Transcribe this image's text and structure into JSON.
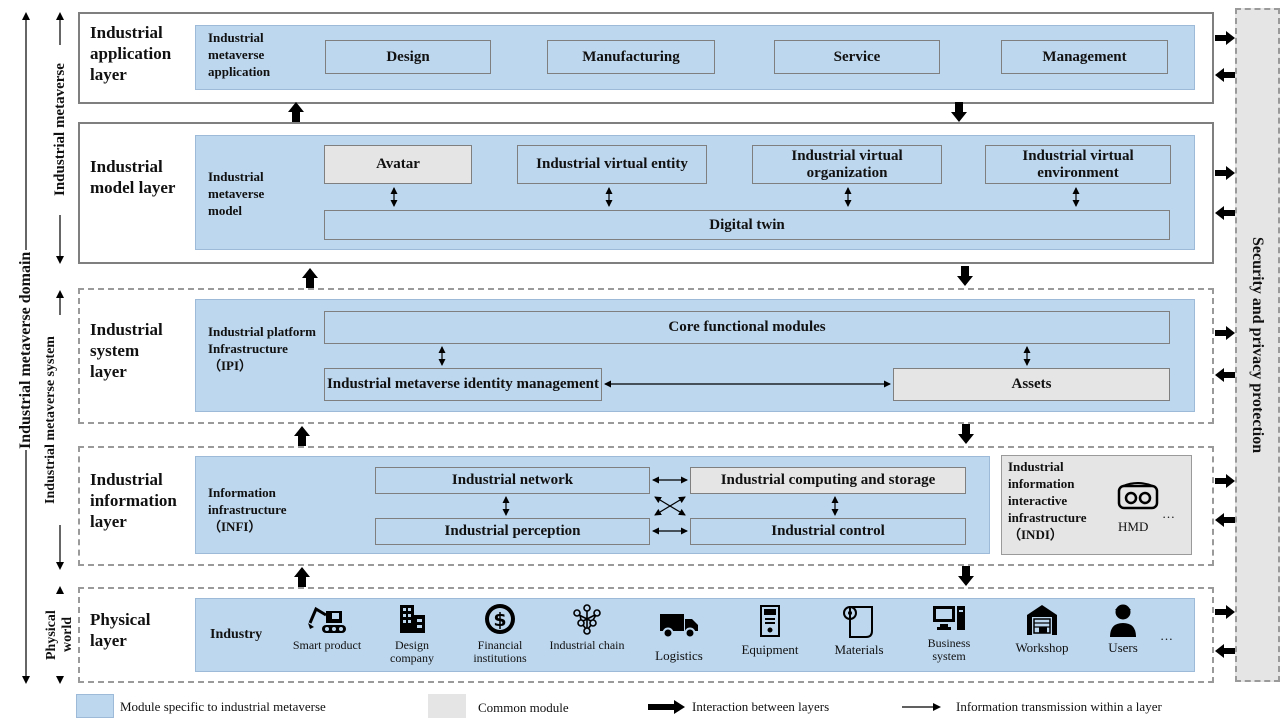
{
  "left_labels": {
    "domain": "Industrial metaverse domain",
    "metaverse": "Industrial metaverse",
    "system": "Industrial metaverse system",
    "physical": "Physical world"
  },
  "security": "Security and privacy protection",
  "layers": {
    "application": {
      "name": "Industrial application layer",
      "inner_label": "Industrial metaverse application",
      "modules": [
        "Design",
        "Manufacturing",
        "Service",
        "Management"
      ]
    },
    "model": {
      "name": "Industrial model layer",
      "inner_label": "Industrial metaverse model",
      "modules": [
        "Avatar",
        "Industrial virtual entity",
        "Industrial virtual organization",
        "Industrial virtual environment"
      ],
      "twin": "Digital twin"
    },
    "system": {
      "name": "Industrial system layer",
      "inner_label": "Industrial platform Infrastructure（IPI）",
      "core": "Core functional modules",
      "identity": "Industrial metaverse identity management",
      "assets": "Assets"
    },
    "information": {
      "name": "Industrial information layer",
      "inner_label": "Information infrastructure（INFI）",
      "network": "Industrial network",
      "computing": "Industrial computing and storage",
      "perception": "Industrial perception",
      "control": "Industrial control",
      "indi_label": "Industrial information interactive infrastructure（INDI）",
      "hmd": "HMD",
      "more": "…"
    },
    "physical": {
      "name": "Physical layer",
      "inner_label": "Industry",
      "items": [
        "Smart product",
        "Design company",
        "Financial institutions",
        "Industrial chain",
        "Logistics",
        "Equipment",
        "Materials",
        "Business system",
        "Workshop",
        "Users"
      ],
      "more": "…"
    }
  },
  "legend": {
    "specific": "Module specific to industrial metaverse",
    "common": "Common module",
    "interaction": "Interaction between layers",
    "transmission": "Information transmission within a layer"
  },
  "colors": {
    "specific": "#bdd7ee",
    "common": "#e5e5e5"
  }
}
